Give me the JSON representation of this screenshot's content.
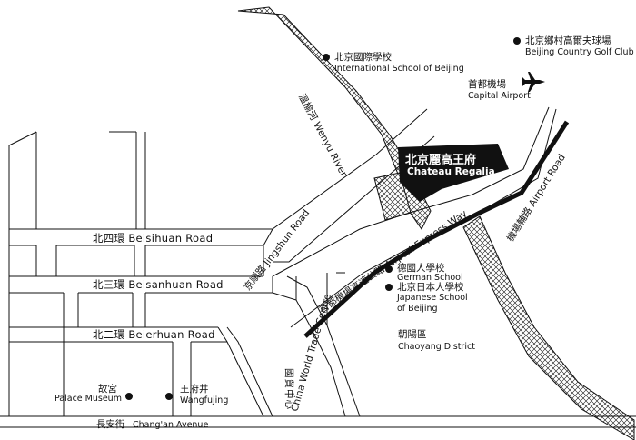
{
  "roads": {
    "beisihuan": "北四環 Beisihuan Road",
    "beisanhuan": "北三環 Beisanhuan Road",
    "beierhuan": "北二環 Beierhuan Road",
    "changan_cn": "長安街",
    "changan_en": "Chang'an Avenue",
    "jingshun": "京順路 Jingshun Road",
    "airport_expressway": "首都機場高速公路 Airport Express Way",
    "airport_road": "機場輔路 Airport Road"
  },
  "river": {
    "wenyu": "溫榆河 Wenyu River"
  },
  "places": {
    "chateau_cn": "北京麗高王府",
    "chateau_en": "Chateau Regalia",
    "isb_cn": "北京國際學校",
    "isb_en": "International School of Beijing",
    "golf_cn": "北京鄉村高爾夫球場",
    "golf_en": "Beijing Country Golf Club",
    "airport_cn": "首都機場",
    "airport_en": "Capital Airport",
    "german_cn": "德國人學校",
    "german_en": "German School",
    "japanese_cn": "北京日本人學校",
    "japanese_en_1": "Japanese School",
    "japanese_en_2": "of Beijing",
    "chaoyang_cn": "朝陽區",
    "chaoyang_en": "Chaoyang District",
    "palace_cn": "故宮",
    "palace_en": "Palace Museum",
    "wangfujing_cn": "王府井",
    "wangfujing_en": "Wangfujing",
    "cwtc_cn": "國貿中心",
    "cwtc_en": "China World Trade Centre"
  },
  "icons": {
    "airport": "airplane-icon",
    "poi": "dot-marker-icon"
  },
  "colors": {
    "ink": "#111111",
    "background": "#ffffff",
    "hatch": "#111111"
  }
}
